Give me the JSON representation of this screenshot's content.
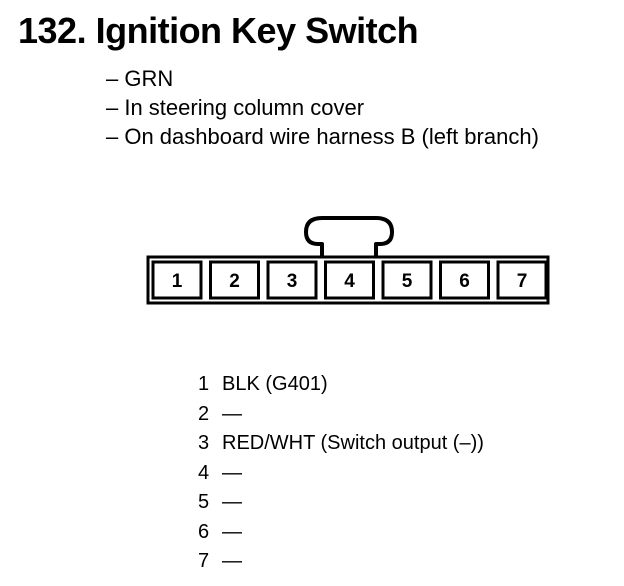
{
  "heading": {
    "number": "132.",
    "title": "Ignition Key Switch"
  },
  "notes": [
    "– GRN",
    "– In steering column cover",
    "– On dashboard wire harness B (left branch)"
  ],
  "connector": {
    "terminals": [
      "1",
      "2",
      "3",
      "4",
      "5",
      "6",
      "7"
    ]
  },
  "pinout": [
    {
      "pin": "1",
      "desc": "BLK (G401)"
    },
    {
      "pin": "2",
      "desc": "—"
    },
    {
      "pin": "3",
      "desc": "RED/WHT (Switch output (–))"
    },
    {
      "pin": "4",
      "desc": "—"
    },
    {
      "pin": "5",
      "desc": "—"
    },
    {
      "pin": "6",
      "desc": "—"
    },
    {
      "pin": "7",
      "desc": "—"
    }
  ]
}
